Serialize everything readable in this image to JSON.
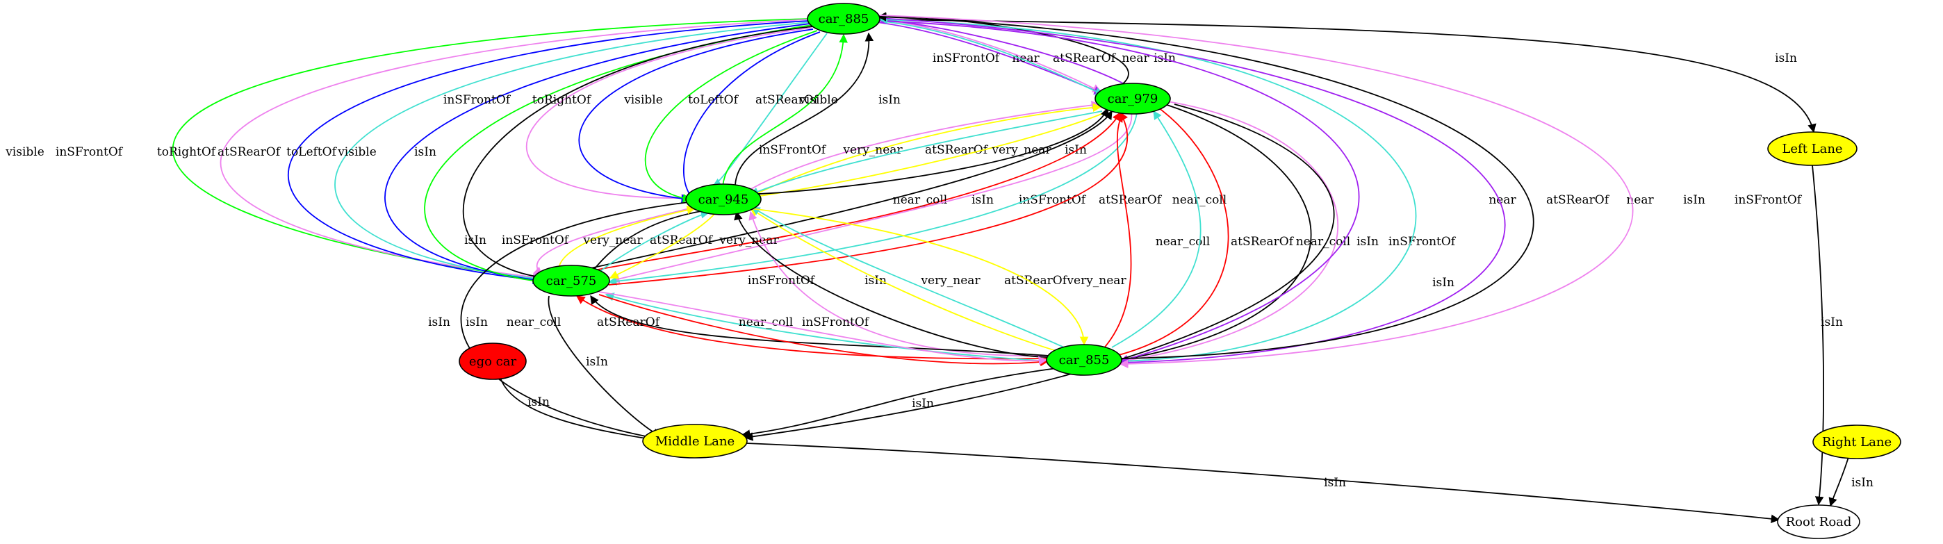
{
  "diagram": {
    "nodes": [
      {
        "id": "car_885",
        "label": "car_885",
        "fill": "#00ff00"
      },
      {
        "id": "car_979",
        "label": "car_979",
        "fill": "#00ff00"
      },
      {
        "id": "car_945",
        "label": "car_945",
        "fill": "#00ff00"
      },
      {
        "id": "car_575",
        "label": "car_575",
        "fill": "#00ff00"
      },
      {
        "id": "car_855",
        "label": "car_855",
        "fill": "#00ff00"
      },
      {
        "id": "ego",
        "label": "ego car",
        "fill": "#ff0000"
      },
      {
        "id": "left",
        "label": "Left Lane",
        "fill": "#ffff00"
      },
      {
        "id": "middle",
        "label": "Middle Lane",
        "fill": "#ffff00"
      },
      {
        "id": "right",
        "label": "Right Lane",
        "fill": "#ffff00"
      },
      {
        "id": "root",
        "label": "Root Road",
        "fill": "#ffffff"
      }
    ],
    "edges": [
      {
        "from": "car_575",
        "to": "car_885",
        "label": "visible",
        "color": "#00ff00"
      },
      {
        "from": "car_575",
        "to": "car_885",
        "label": "inSFrontOf",
        "color": "#ee82ee"
      },
      {
        "from": "car_885",
        "to": "car_575",
        "label": "toRightOf",
        "color": "#0000ff"
      },
      {
        "from": "car_575",
        "to": "car_885",
        "label": "atSRearOf",
        "color": "#40e0d0"
      },
      {
        "from": "car_885",
        "to": "car_575",
        "label": "toLeftOf",
        "color": "#0000ff"
      },
      {
        "from": "car_885",
        "to": "car_575",
        "label": "visible",
        "color": "#00ff00"
      },
      {
        "from": "car_575",
        "to": "car_885",
        "label": "isIn",
        "color": "#000000"
      },
      {
        "from": "car_945",
        "to": "car_885",
        "label": "inSFrontOf",
        "color": "#ee82ee"
      },
      {
        "from": "car_885",
        "to": "car_945",
        "label": "toRightOf",
        "color": "#0000ff"
      },
      {
        "from": "car_885",
        "to": "car_945",
        "label": "visible",
        "color": "#00ff00"
      },
      {
        "from": "car_885",
        "to": "car_945",
        "label": "toLeftOf",
        "color": "#0000ff"
      },
      {
        "from": "car_885",
        "to": "car_945",
        "label": "atSRearOf",
        "color": "#40e0d0"
      },
      {
        "from": "car_945",
        "to": "car_885",
        "label": "visible",
        "color": "#00ff00"
      },
      {
        "from": "car_945",
        "to": "car_885",
        "label": "isIn",
        "color": "#000000"
      },
      {
        "from": "car_885",
        "to": "car_979",
        "label": "inSFrontOf",
        "color": "#ee82ee"
      },
      {
        "from": "car_885",
        "to": "car_979",
        "label": "near",
        "color": "#a020f0"
      },
      {
        "from": "car_885",
        "to": "car_979",
        "label": "atSRearOf",
        "color": "#40e0d0"
      },
      {
        "from": "car_979",
        "to": "car_885",
        "label": "near",
        "color": "#a020f0"
      },
      {
        "from": "car_979",
        "to": "car_885",
        "label": "isIn",
        "color": "#000000"
      },
      {
        "from": "car_885",
        "to": "left",
        "label": "isIn",
        "color": "#000000"
      },
      {
        "from": "car_945",
        "to": "car_979",
        "label": "inSFrontOf",
        "color": "#ee82ee"
      },
      {
        "from": "car_945",
        "to": "car_979",
        "label": "very_near",
        "color": "#ffff00"
      },
      {
        "from": "car_979",
        "to": "car_945",
        "label": "atSRearOf",
        "color": "#40e0d0"
      },
      {
        "from": "car_979",
        "to": "car_945",
        "label": "very_near",
        "color": "#ffff00"
      },
      {
        "from": "car_945",
        "to": "car_979",
        "label": "isIn",
        "color": "#000000"
      },
      {
        "from": "car_575",
        "to": "car_979",
        "label": "near_coll",
        "color": "#ff0000"
      },
      {
        "from": "car_575",
        "to": "car_979",
        "label": "isIn",
        "color": "#000000"
      },
      {
        "from": "car_979",
        "to": "car_575",
        "label": "inSFrontOf",
        "color": "#ee82ee"
      },
      {
        "from": "car_979",
        "to": "car_575",
        "label": "atSRearOf",
        "color": "#40e0d0"
      },
      {
        "from": "car_575",
        "to": "car_979",
        "label": "near_coll",
        "color": "#ff0000"
      },
      {
        "from": "car_575",
        "to": "car_945",
        "label": "isIn",
        "color": "#000000"
      },
      {
        "from": "car_945",
        "to": "car_575",
        "label": "inSFrontOf",
        "color": "#ee82ee"
      },
      {
        "from": "car_575",
        "to": "car_945",
        "label": "very_near",
        "color": "#ffff00"
      },
      {
        "from": "car_575",
        "to": "car_945",
        "label": "atSRearOf",
        "color": "#40e0d0"
      },
      {
        "from": "car_945",
        "to": "car_575",
        "label": "very_near",
        "color": "#ffff00"
      },
      {
        "from": "car_855",
        "to": "car_945",
        "label": "inSFrontOf",
        "color": "#ee82ee"
      },
      {
        "from": "car_855",
        "to": "car_945",
        "label": "isIn",
        "color": "#000000"
      },
      {
        "from": "car_855",
        "to": "car_945",
        "label": "very_near",
        "color": "#ffff00"
      },
      {
        "from": "car_855",
        "to": "car_945",
        "label": "atSRearOf",
        "color": "#40e0d0"
      },
      {
        "from": "car_945",
        "to": "car_855",
        "label": "very_near",
        "color": "#ffff00"
      },
      {
        "from": "car_855",
        "to": "car_979",
        "label": "near_coll",
        "color": "#ff0000"
      },
      {
        "from": "car_855",
        "to": "car_979",
        "label": "atSRearOf",
        "color": "#40e0d0"
      },
      {
        "from": "car_979",
        "to": "car_855",
        "label": "near_coll",
        "color": "#ff0000"
      },
      {
        "from": "car_979",
        "to": "car_855",
        "label": "isIn",
        "color": "#000000"
      },
      {
        "from": "car_979",
        "to": "car_855",
        "label": "inSFrontOf",
        "color": "#ee82ee"
      },
      {
        "from": "car_885",
        "to": "car_855",
        "label": "near",
        "color": "#a020f0"
      },
      {
        "from": "car_855",
        "to": "car_885",
        "label": "atSRearOf",
        "color": "#40e0d0"
      },
      {
        "from": "car_885",
        "to": "car_855",
        "label": "near",
        "color": "#a020f0"
      },
      {
        "from": "car_855",
        "to": "car_885",
        "label": "isIn",
        "color": "#000000"
      },
      {
        "from": "car_885",
        "to": "car_855",
        "label": "inSFrontOf",
        "color": "#ee82ee"
      },
      {
        "from": "car_855",
        "to": "car_575",
        "label": "isIn",
        "color": "#000000"
      },
      {
        "from": "car_855",
        "to": "car_575",
        "label": "near_coll",
        "color": "#ff0000"
      },
      {
        "from": "car_855",
        "to": "car_575",
        "label": "atSRearOf",
        "color": "#40e0d0"
      },
      {
        "from": "car_575",
        "to": "car_855",
        "label": "near_coll",
        "color": "#ff0000"
      },
      {
        "from": "car_575",
        "to": "car_855",
        "label": "inSFrontOf",
        "color": "#ee82ee"
      },
      {
        "from": "car_575",
        "to": "middle",
        "label": "isIn",
        "color": "#000000"
      },
      {
        "from": "car_945",
        "to": "middle",
        "label": "isIn",
        "color": "#000000"
      },
      {
        "from": "ego",
        "to": "middle",
        "label": "isIn",
        "color": "#000000"
      },
      {
        "from": "car_855",
        "to": "middle",
        "label": "isIn",
        "color": "#000000"
      },
      {
        "from": "car_979",
        "to": "middle",
        "label": "isIn",
        "color": "#000000"
      },
      {
        "from": "left",
        "to": "root",
        "label": "isIn",
        "color": "#000000"
      },
      {
        "from": "middle",
        "to": "root",
        "label": "isIn",
        "color": "#000000"
      },
      {
        "from": "right",
        "to": "root",
        "label": "isIn",
        "color": "#000000"
      }
    ]
  }
}
